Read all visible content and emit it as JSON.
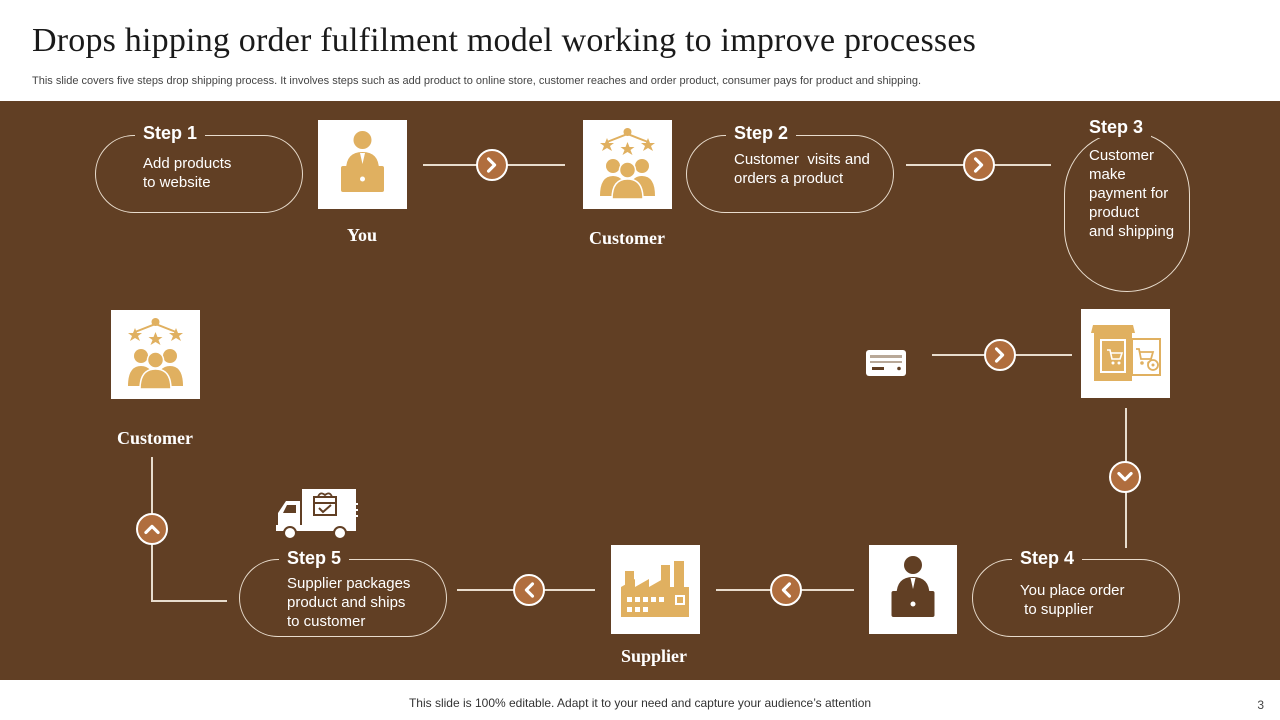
{
  "header": {
    "title": "Drops hipping order fulfilment model working to improve processes",
    "subtitle": "This slide covers five steps drop shipping process. It involves steps such as add product to online store, customer reaches and order product, consumer pays for product and shipping."
  },
  "steps": [
    {
      "label": "Step 1",
      "lines": [
        "Add products",
        "to website"
      ]
    },
    {
      "label": "Step 2",
      "lines": [
        "Customer  visits and",
        "orders a product"
      ]
    },
    {
      "label": "Step 3",
      "lines": [
        "Customer",
        "make",
        "payment for",
        "product",
        "and shipping"
      ]
    },
    {
      "label": "Step 4",
      "lines": [
        "You place order",
        " to supplier"
      ]
    },
    {
      "label": "Step 5",
      "lines": [
        "Supplier packages",
        "product and ships",
        "to customer"
      ]
    }
  ],
  "captions": {
    "you": "You",
    "customer_top": "Customer",
    "customer_left": "Customer",
    "supplier": "Supplier"
  },
  "icons": {
    "you": "person-laptop-icon",
    "customer_top": "customer-group-rating-icon",
    "customer_left": "customer-group-rating-icon",
    "payment": "credit-card-icon",
    "online_store": "online-store-cart-icon",
    "you_supplier": "person-laptop-icon",
    "supplier": "factory-icon",
    "delivery": "delivery-truck-icon"
  },
  "colors": {
    "panel": "#613f24",
    "accent": "#b06e3e",
    "icon_gold": "#e0b060"
  },
  "footer": {
    "text": "This slide is 100% editable. Adapt it to your need and capture your audience’s attention",
    "page": "3"
  }
}
